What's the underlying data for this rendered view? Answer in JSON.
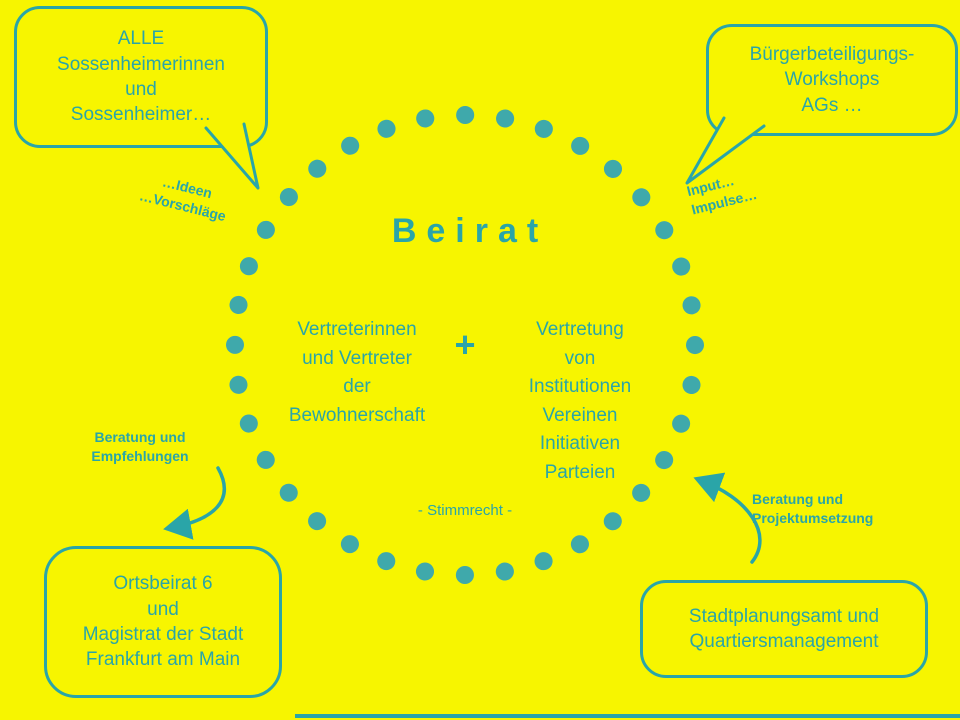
{
  "colors": {
    "background": "#F7F500",
    "accent": "#2AA5A8",
    "dots": "#3FA9AB"
  },
  "bubbles": {
    "top_left": {
      "text": "ALLE\nSossenheimerinnen\nund\nSossenheimer…"
    },
    "top_right": {
      "text": "Bürgerbeteiligungs-\nWorkshops\nAGs …"
    },
    "bottom_left": {
      "text": "Ortsbeirat 6\nund\nMagistrat der Stadt\nFrankfurt am Main"
    },
    "bottom_right": {
      "text": "Stadtplanungsamt und\nQuartiersmanagement"
    }
  },
  "center": {
    "title": "Beirat",
    "left_group": "Vertreterinnen\nund Vertreter\nder\nBewohnerschaft",
    "plus": "+",
    "right_group": "Vertretung\nvon\nInstitutionen\nVereinen\nInitiativen\nParteien",
    "note": "- Stimmrecht -"
  },
  "labels": {
    "ideas": "…Ideen\n…Vorschläge",
    "input": "Input…\nImpulse…",
    "left_arrow": "Beratung und\nEmpfehlungen",
    "right_arrow": "Beratung und\nProjektumsetzung"
  }
}
